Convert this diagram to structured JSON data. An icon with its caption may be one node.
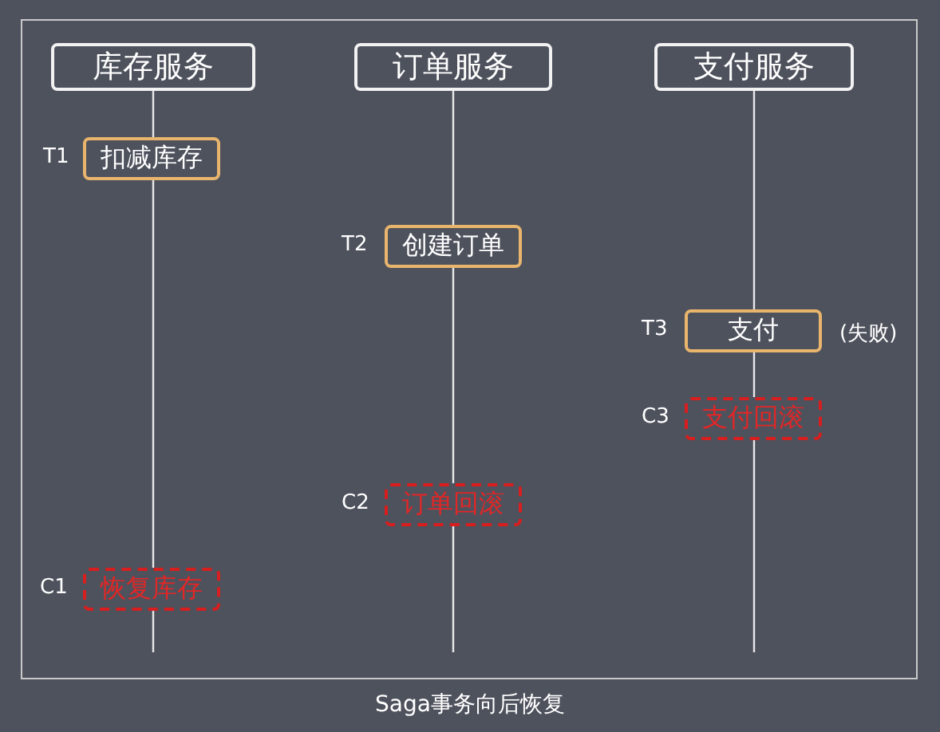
{
  "diagram": {
    "caption": "Saga事务向后恢复",
    "nodes": [
      {
        "text": [
          "库存服务"
        ]
      },
      {
        "text": [
          "订单服务"
        ]
      },
      {
        "text": [
          "支付服务"
        ]
      },
      {
        "text": [
          "扣减库存"
        ],
        "beside": [
          "T1"
        ]
      },
      {
        "text": [
          "创建订单"
        ],
        "beside": [
          "T2"
        ]
      },
      {
        "text": [
          "支付"
        ],
        "beside": [
          "T3",
          "(失败)"
        ]
      },
      {
        "text": [
          "支付回滚"
        ],
        "beside": [
          "C3"
        ]
      },
      {
        "text": [
          "订单回滚"
        ],
        "beside": [
          "C2"
        ]
      },
      {
        "text": [
          "恢复库存"
        ],
        "beside": [
          "C1"
        ]
      }
    ]
  }
}
